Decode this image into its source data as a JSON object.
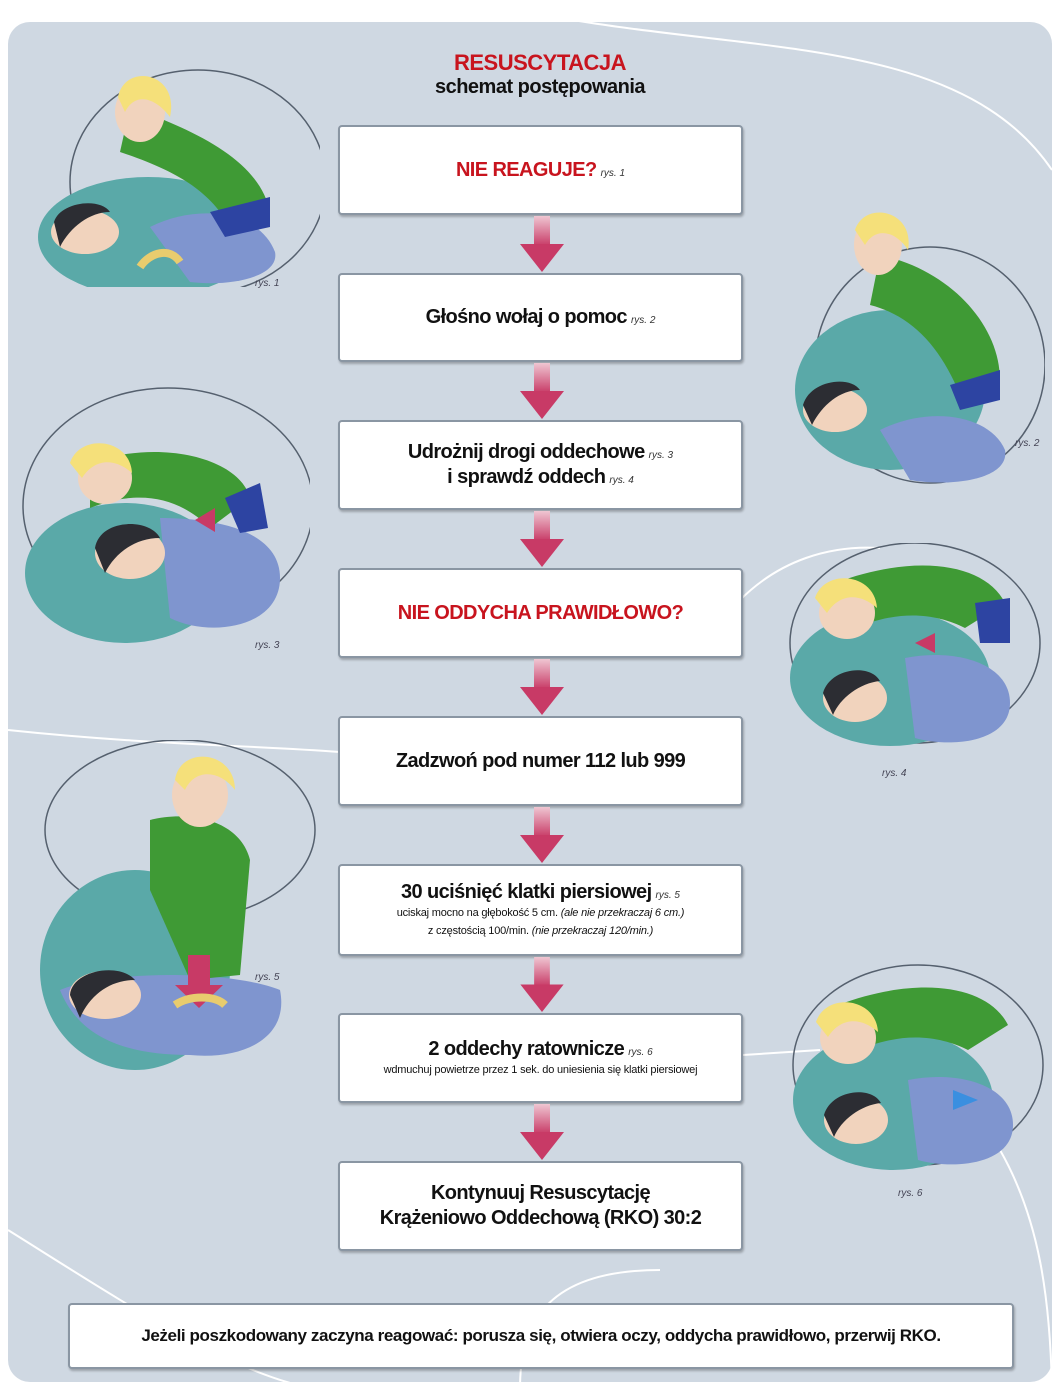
{
  "title": {
    "main": "RESUSCYTACJA",
    "sub": "schemat postępowania"
  },
  "steps": [
    {
      "main": "NIE REAGUJE?",
      "ref": "rys. 1",
      "red": true
    },
    {
      "main": "Głośno wołaj o pomoc",
      "ref": "rys. 2"
    },
    {
      "main_line1": "Udrożnij drogi oddechowe",
      "ref1": "rys. 3",
      "main_line2": "i sprawdź oddech",
      "ref2": "rys. 4"
    },
    {
      "main": "NIE ODDYCHA PRAWIDŁOWO?",
      "red": true
    },
    {
      "main": "Zadzwoń pod numer 112 lub 999"
    },
    {
      "main": "30 uciśnięć klatki piersiowej",
      "ref": "rys. 5",
      "detail1": "uciskaj mocno na głębokość 5 cm.",
      "detail1_note": "(ale nie przekraczaj 6 cm.)",
      "detail2": "z częstością 100/min.",
      "detail2_note": "(nie przekraczaj 120/min.)"
    },
    {
      "main": "2 oddechy ratownicze",
      "ref": "rys. 6",
      "detail1": "wdmuchuj powietrze przez 1 sek. do uniesienia się klatki piersiowej"
    },
    {
      "main_line1": "Kontynuuj Resuscytację",
      "main_line2": "Krążeniowo Oddechową (RKO) 30:2"
    }
  ],
  "bottom_note": "Jeżeli poszkodowany zaczyna reagować: porusza się, otwiera oczy, oddycha prawidłowo, przerwij RKO.",
  "figures": [
    {
      "label": "rys. 1",
      "icon": "person-checking-response-illustration"
    },
    {
      "label": "rys. 2",
      "icon": "person-calling-for-help-illustration"
    },
    {
      "label": "rys. 3",
      "icon": "opening-airway-illustration"
    },
    {
      "label": "rys. 4",
      "icon": "checking-breathing-illustration"
    },
    {
      "label": "rys. 5",
      "icon": "chest-compressions-illustration"
    },
    {
      "label": "rys. 6",
      "icon": "rescue-breaths-illustration"
    }
  ],
  "colors": {
    "accent_red": "#c8141e",
    "arrow_pink": "#c83a66",
    "backdrop": "#cfd8e2",
    "teal": "#5aa9a8",
    "shirt_green": "#3f9a35",
    "victim_blue": "#7f95cf"
  }
}
